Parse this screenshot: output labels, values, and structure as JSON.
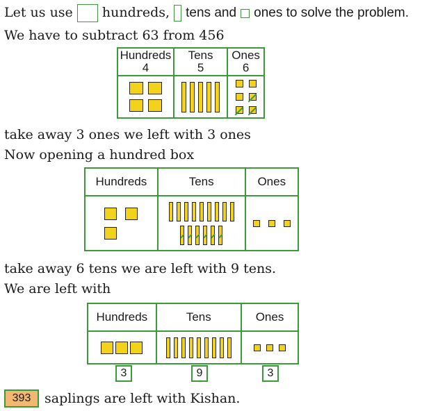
{
  "intro": {
    "part1": "Let us use",
    "part2": "hundreds,",
    "part3": "tens and",
    "part4": "ones to solve the problem."
  },
  "line2": "We have to subtract 63 from 456",
  "table1": {
    "headers": [
      "Hundreds",
      "Tens",
      "Ones"
    ],
    "digits": [
      "4",
      "5",
      "6"
    ],
    "hundreds_count": 4,
    "tens_count": 5,
    "ones_count": 6,
    "ones_crossed": 3
  },
  "line3": "take away 3 ones we left with 3 ones",
  "line4": "Now opening a hundred box",
  "table2": {
    "headers": [
      "Hundreds",
      "Tens",
      "Ones"
    ],
    "hundreds_count": 3,
    "tens_count": 15,
    "tens_crossed": 6,
    "ones_count": 3
  },
  "line5": "take away 6 tens we are left with 9 tens.",
  "line6": "We are left with",
  "table3": {
    "headers": [
      "Hundreds",
      "Tens",
      "Ones"
    ],
    "hundreds_count": 3,
    "tens_count": 9,
    "ones_count": 3,
    "answers": [
      "3",
      "9",
      "3"
    ]
  },
  "final": {
    "value": "393",
    "text": "saplings are left with Kishan."
  },
  "colors": {
    "block": "#f2d21a",
    "border": "#3a9a3a",
    "answer_fill": "#f2b770"
  }
}
